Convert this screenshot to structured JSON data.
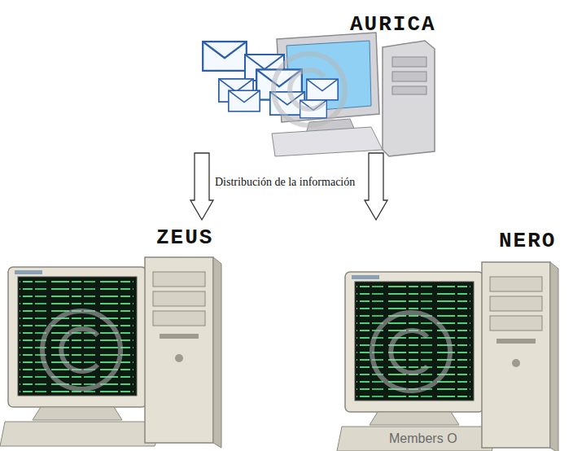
{
  "diagram": {
    "nodes": [
      {
        "text": [
          "AURICA"
        ]
      },
      {
        "text": [
          "ZEUS"
        ]
      },
      {
        "text": [
          "NERO"
        ]
      }
    ],
    "edges": [
      {
        "from": 0,
        "to": 1,
        "arrow": "to"
      },
      {
        "from": 0,
        "to": 2,
        "arrow": "to"
      }
    ],
    "labels": [
      "Distribución de la información",
      "Members O"
    ]
  }
}
